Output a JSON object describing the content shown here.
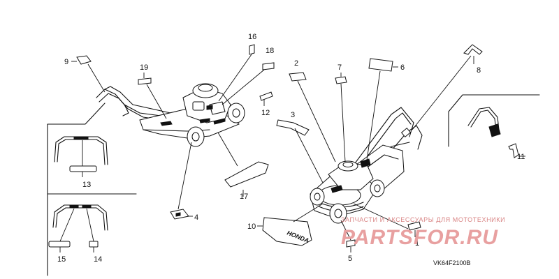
{
  "diagram": {
    "code": "VK64F2100B",
    "callouts": [
      "1",
      "2",
      "3",
      "4",
      "5",
      "6",
      "7",
      "8",
      "9",
      "10",
      "11",
      "12",
      "13",
      "14",
      "15",
      "16",
      "17",
      "18",
      "19"
    ],
    "decal_text": "HONDA"
  },
  "watermark": {
    "tagline": "ЗАПЧАСТИ И АКСЕССУАРЫ ДЛЯ МОТОТЕХНИКИ",
    "logo": "PARTSFOR.RU"
  }
}
